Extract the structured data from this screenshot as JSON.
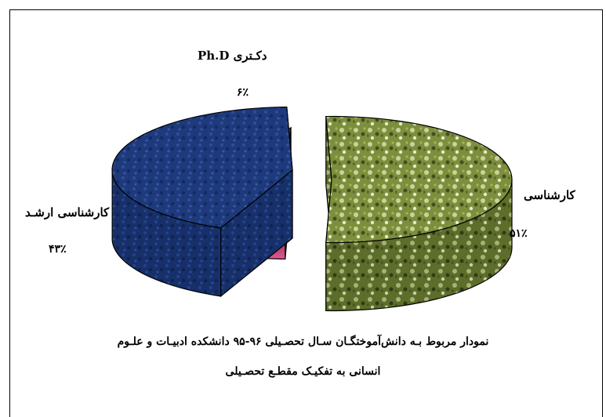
{
  "chart_data": {
    "type": "pie",
    "style": "3d-exploded",
    "slices": [
      {
        "label": "کارشناسی",
        "value": 51,
        "value_label": "۵۱٪",
        "color": "#7a8a3a"
      },
      {
        "label": "کارشناسی ارشـد",
        "value": 43,
        "value_label": "۴۳٪",
        "color": "#1c3575"
      },
      {
        "label": "دکـتری Ph.D",
        "value": 6,
        "value_label": "۶٪",
        "color": "#c8306a"
      }
    ],
    "caption_line1": "نمودار مربوط بـه دانش‌آموختگـان سـال تحصـیلی ۹۶-۹۵ دانشکده ادبیـات و علـوم",
    "caption_line2": "انسانی به تفکیـک مقطـع تحصـیلی"
  }
}
